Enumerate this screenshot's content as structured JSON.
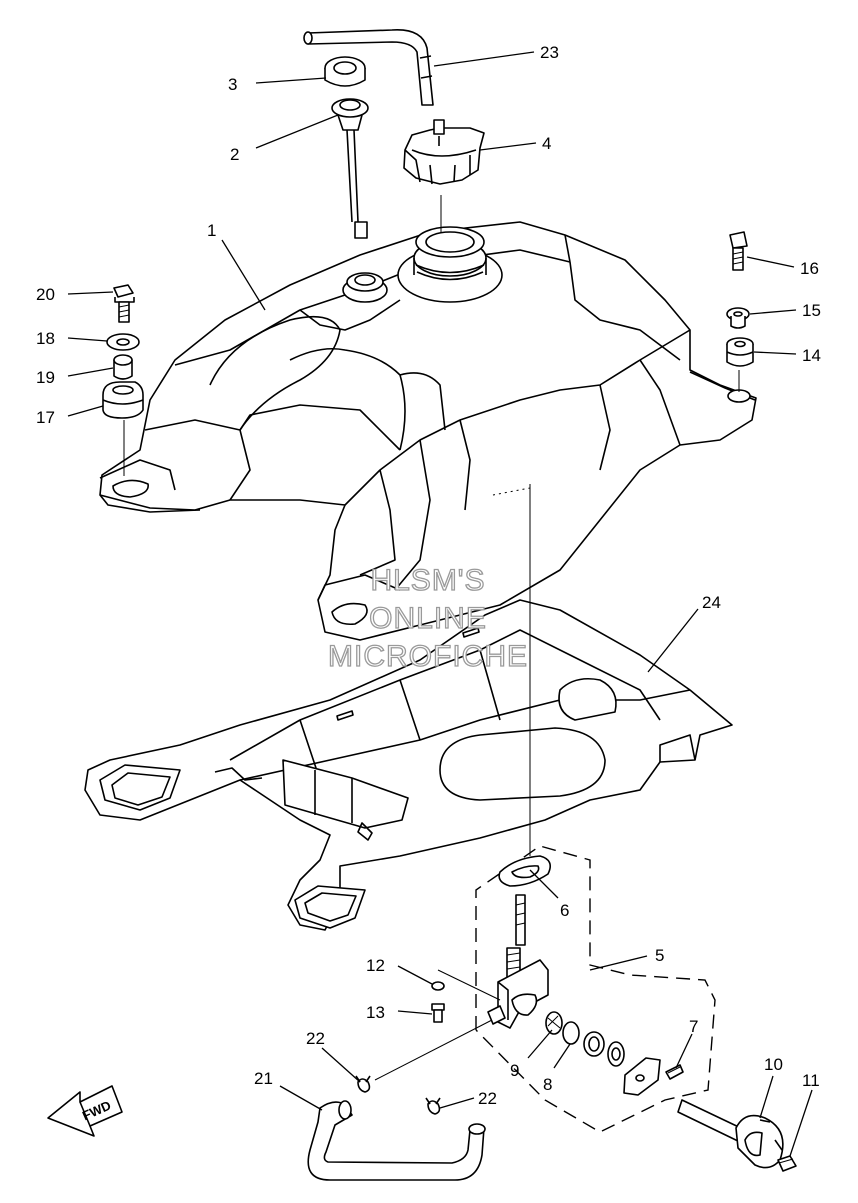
{
  "watermark": {
    "lines": [
      "HLSM'S",
      "ONLINE",
      "MICROFICHE"
    ]
  },
  "direction_badge": "FWD",
  "parts": [
    {
      "ref": "1"
    },
    {
      "ref": "2"
    },
    {
      "ref": "3"
    },
    {
      "ref": "4"
    },
    {
      "ref": "5"
    },
    {
      "ref": "6"
    },
    {
      "ref": "7"
    },
    {
      "ref": "8"
    },
    {
      "ref": "9"
    },
    {
      "ref": "10"
    },
    {
      "ref": "11"
    },
    {
      "ref": "12"
    },
    {
      "ref": "13"
    },
    {
      "ref": "14"
    },
    {
      "ref": "15"
    },
    {
      "ref": "16"
    },
    {
      "ref": "17"
    },
    {
      "ref": "18"
    },
    {
      "ref": "19"
    },
    {
      "ref": "20"
    },
    {
      "ref": "21"
    },
    {
      "ref": "22"
    },
    {
      "ref": "22"
    },
    {
      "ref": "23"
    },
    {
      "ref": "24"
    }
  ]
}
